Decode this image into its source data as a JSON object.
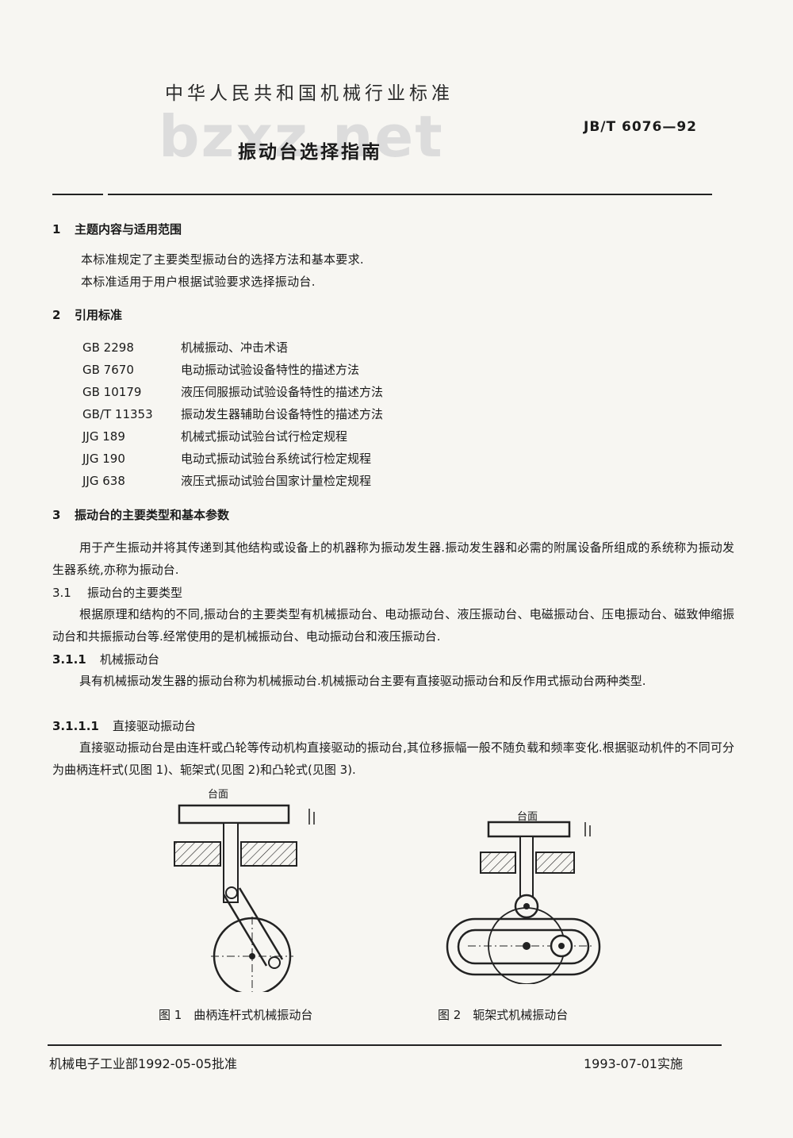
{
  "header": {
    "org": "中华人民共和国机械行业标准",
    "code": "JB/T 6076—92",
    "title": "振动台选择指南",
    "watermark": "bzxz.net"
  },
  "section1": {
    "num": "1",
    "title": "主题内容与适用范围",
    "lines": [
      "本标准规定了主要类型振动台的选择方法和基本要求.",
      "本标准适用于用户根据试验要求选择振动台."
    ]
  },
  "section2": {
    "num": "2",
    "title": "引用标准",
    "refs": [
      {
        "code": "GB 2298",
        "name": "机械振动、冲击术语"
      },
      {
        "code": "GB 7670",
        "name": "电动振动试验设备特性的描述方法"
      },
      {
        "code": "GB 10179",
        "name": "液压伺服振动试验设备特性的描述方法"
      },
      {
        "code": "GB/T 11353",
        "name": "振动发生器辅助台设备特性的描述方法"
      },
      {
        "code": "JJG 189",
        "name": "机械式振动试验台试行检定规程"
      },
      {
        "code": "JJG 190",
        "name": "电动式振动试验台系统试行检定规程"
      },
      {
        "code": "JJG 638",
        "name": "液压式振动试验台国家计量检定规程"
      }
    ]
  },
  "section3": {
    "num": "3",
    "title": "振动台的主要类型和基本参数",
    "para": "用于产生振动并将其传递到其他结构或设备上的机器称为振动发生器.振动发生器和必需的附属设备所组成的系统称为振动发生器系统,亦称为振动台.",
    "s31_num": "3.1",
    "s31_title": "振动台的主要类型",
    "s31_para": "根据原理和结构的不同,振动台的主要类型有机械振动台、电动振动台、液压振动台、电磁振动台、压电振动台、磁致伸缩振动台和共振振动台等.经常使用的是机械振动台、电动振动台和液压振动台.",
    "s311_num": "3.1.1",
    "s311_title": "机械振动台",
    "s311_para": "具有机械振动发生器的振动台称为机械振动台.机械振动台主要有直接驱动振动台和反作用式振动台两种类型.",
    "s3111_num": "3.1.1.1",
    "s3111_title": "直接驱动振动台",
    "s3111_para": "直接驱动振动台是由连杆或凸轮等传动机构直接驱动的振动台,其位移振幅一般不随负载和频率变化.根据驱动机件的不同可分为曲柄连杆式(见图 1)、轭架式(见图 2)和凸轮式(见图 3)."
  },
  "figures": {
    "fig1_table_label": "台面",
    "fig1_caption": "图 1　曲柄连杆式机械振动台",
    "fig2_table_label": "台面",
    "fig2_caption": "图 2　轭架式机械振动台"
  },
  "footer": {
    "left": "机械电子工业部1992-05-05批准",
    "right": "1993-07-01实施"
  },
  "colors": {
    "ink": "#1a1a1a",
    "paper": "#f7f6f2"
  }
}
